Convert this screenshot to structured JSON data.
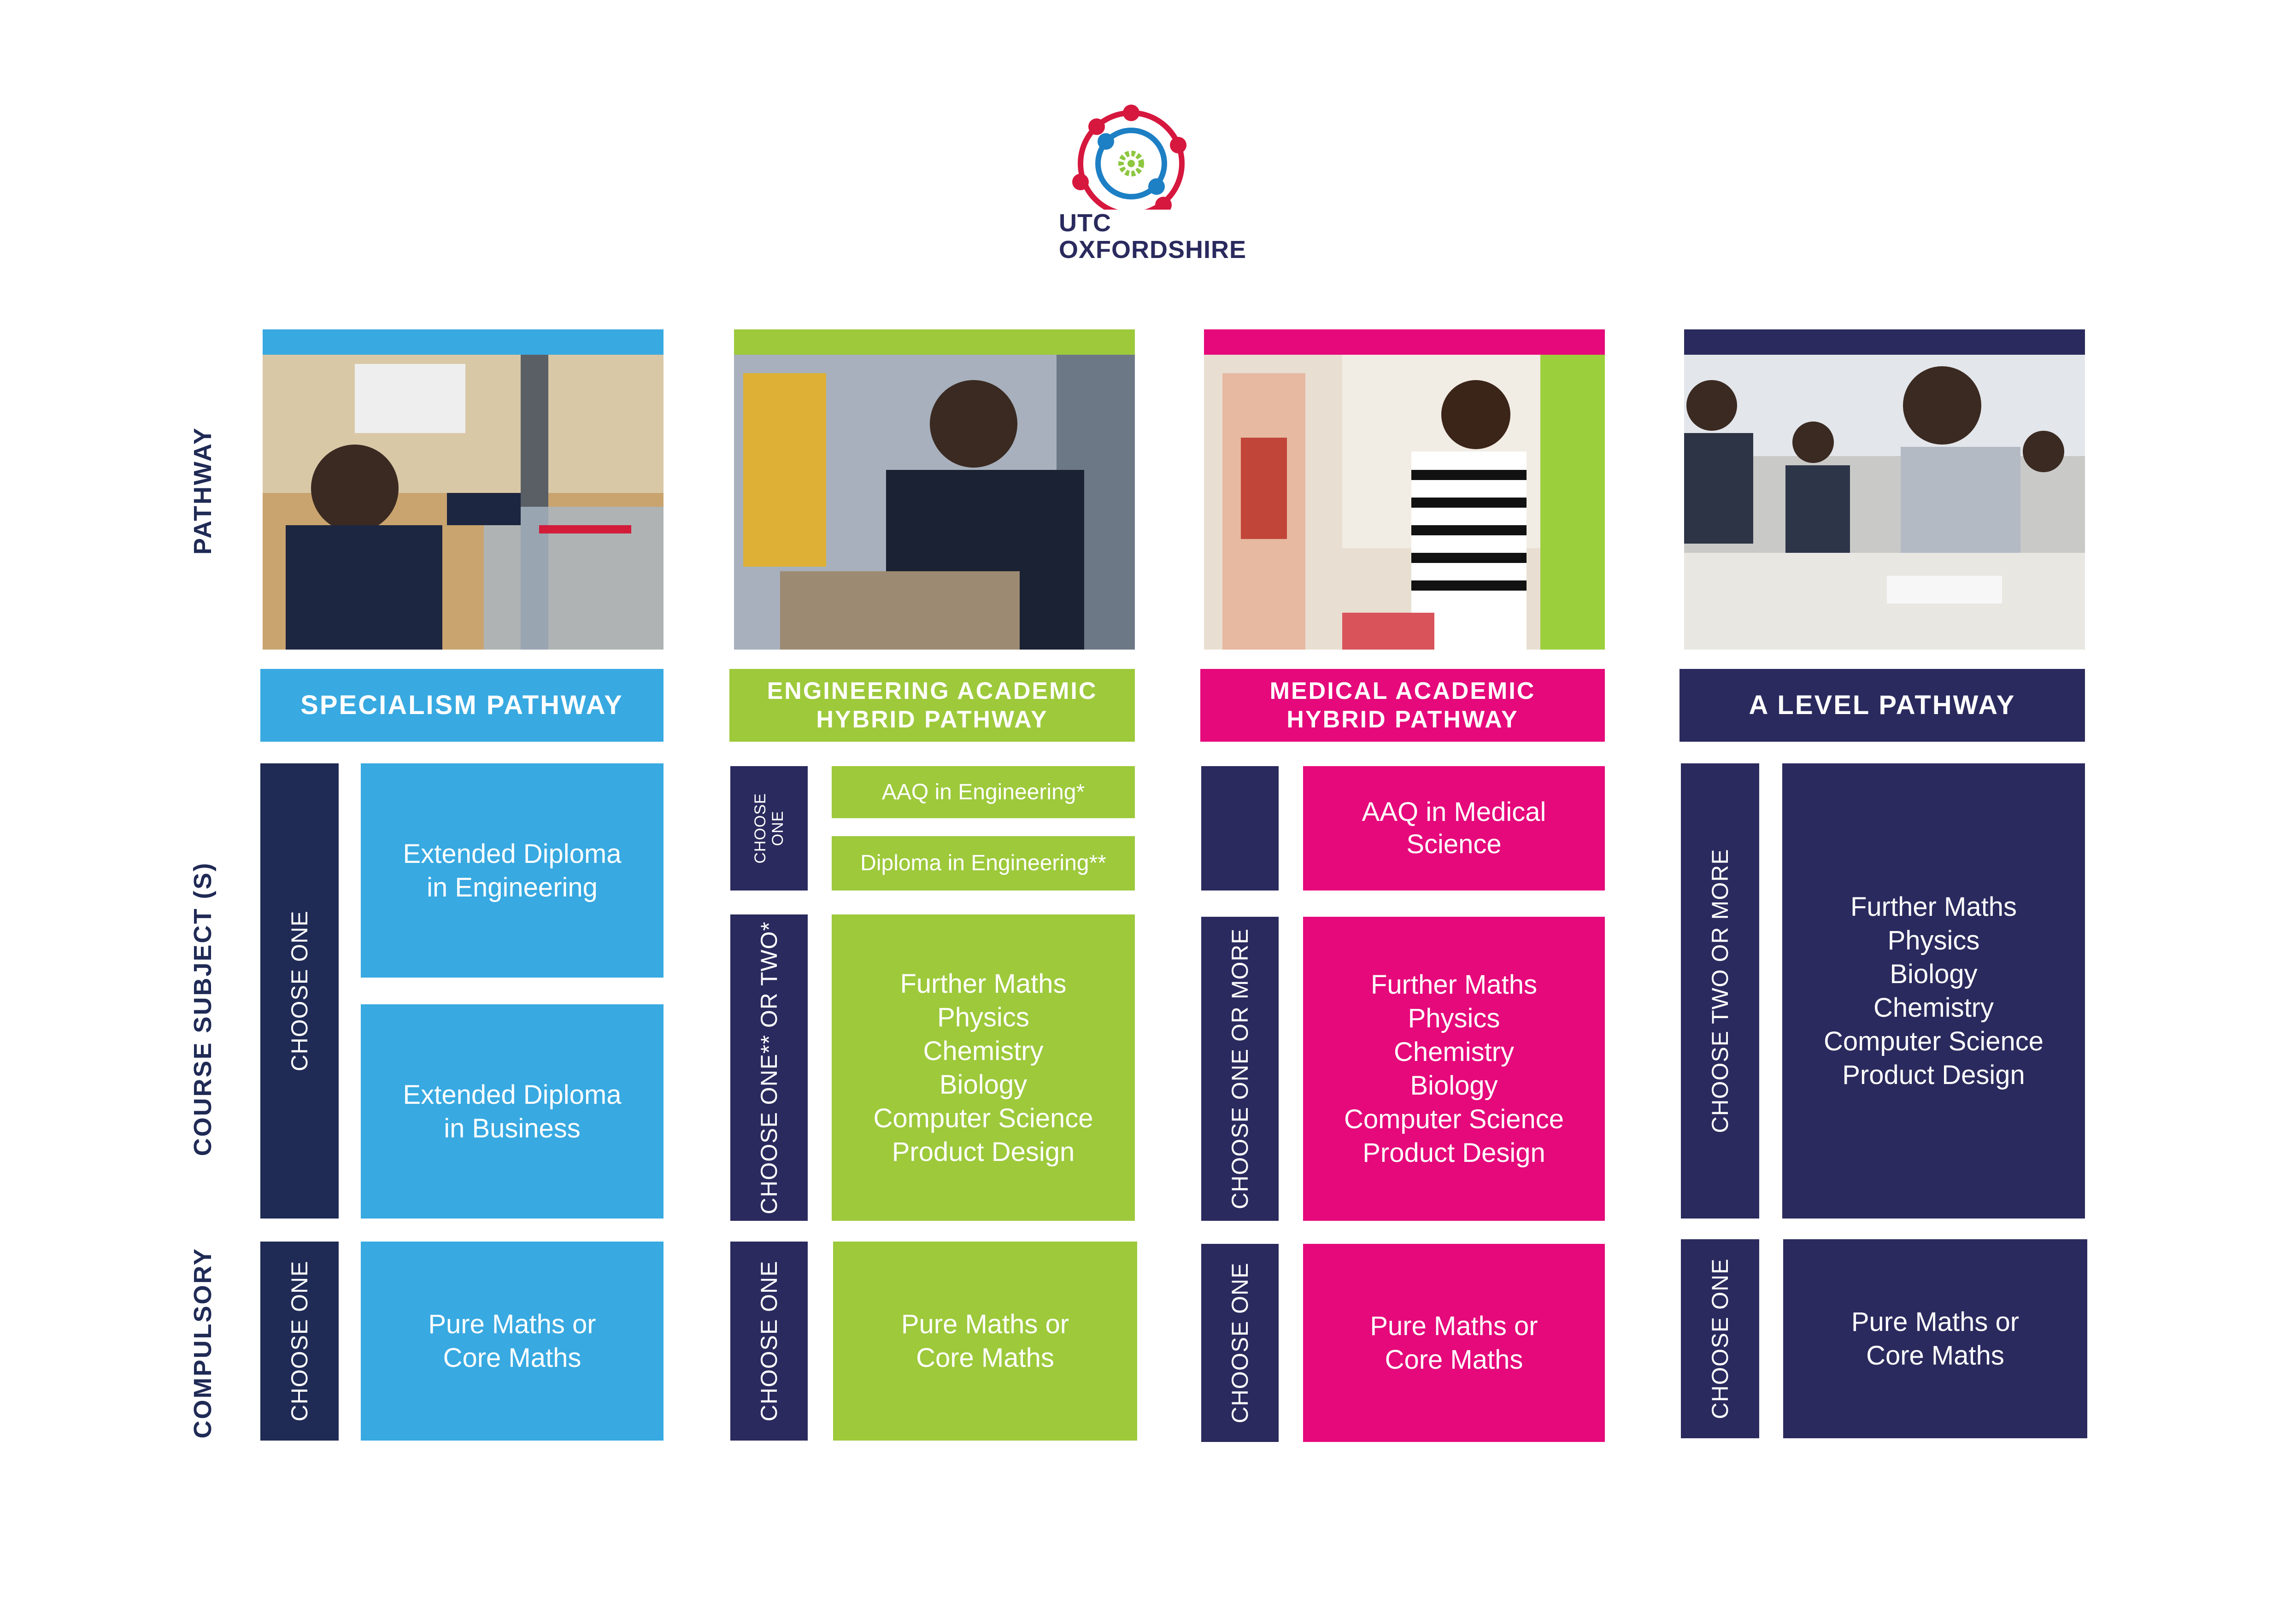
{
  "logo": {
    "line1": "UTC",
    "line2": "OXFORDSHIRE",
    "colors": {
      "ring": "#d6173e",
      "inner": "#1d7fc4",
      "gear": "#8dc63f"
    }
  },
  "row_labels": {
    "pathway": "PATHWAY",
    "course": "COURSE SUBJECT (S)",
    "compulsory": "COMPULSORY"
  },
  "colors": {
    "blue": "#38a9e1",
    "green": "#9dc93b",
    "pink": "#e5097b",
    "navy": "#2a2a5e",
    "label": "#1f2a55"
  },
  "columns": [
    {
      "title": "SPECIALISM PATHWAY",
      "photo_icon": "workshop-photo",
      "course_choose": "CHOOSE ONE",
      "course_options": [
        "Extended Diploma\nin Engineering",
        "Extended Diploma\nin Business"
      ],
      "compulsory_choose": "CHOOSE ONE",
      "compulsory_text": "Pure Maths or\nCore Maths"
    },
    {
      "title": "ENGINEERING ACADEMIC\nHYBRID PATHWAY",
      "photo_icon": "engineering-photo",
      "top_choose": "CHOOSE\nONE",
      "top_options": [
        "AAQ in Engineering*",
        "Diploma in Engineering**"
      ],
      "course_choose": "CHOOSE ONE** OR TWO*",
      "course_text": "Further Maths\nPhysics\nChemistry\nBiology\nComputer Science\nProduct Design",
      "compulsory_choose": "CHOOSE ONE",
      "compulsory_text": "Pure Maths or\nCore Maths"
    },
    {
      "title": "MEDICAL ACADEMIC\nHYBRID PATHWAY",
      "photo_icon": "medical-photo",
      "top_text": "AAQ in Medical\nScience",
      "course_choose": "CHOOSE ONE OR MORE",
      "course_text": "Further Maths\nPhysics\nChemistry\nBiology\nComputer Science\nProduct Design",
      "compulsory_choose": "CHOOSE ONE",
      "compulsory_text": "Pure Maths or\nCore Maths"
    },
    {
      "title": "A LEVEL PATHWAY",
      "photo_icon": "classroom-photo",
      "course_choose": "CHOOSE TWO OR MORE",
      "course_text": "Further Maths\nPhysics\nBiology\nChemistry\nComputer Science\nProduct Design",
      "compulsory_choose": "CHOOSE ONE",
      "compulsory_text": "Pure Maths or\nCore Maths"
    }
  ]
}
